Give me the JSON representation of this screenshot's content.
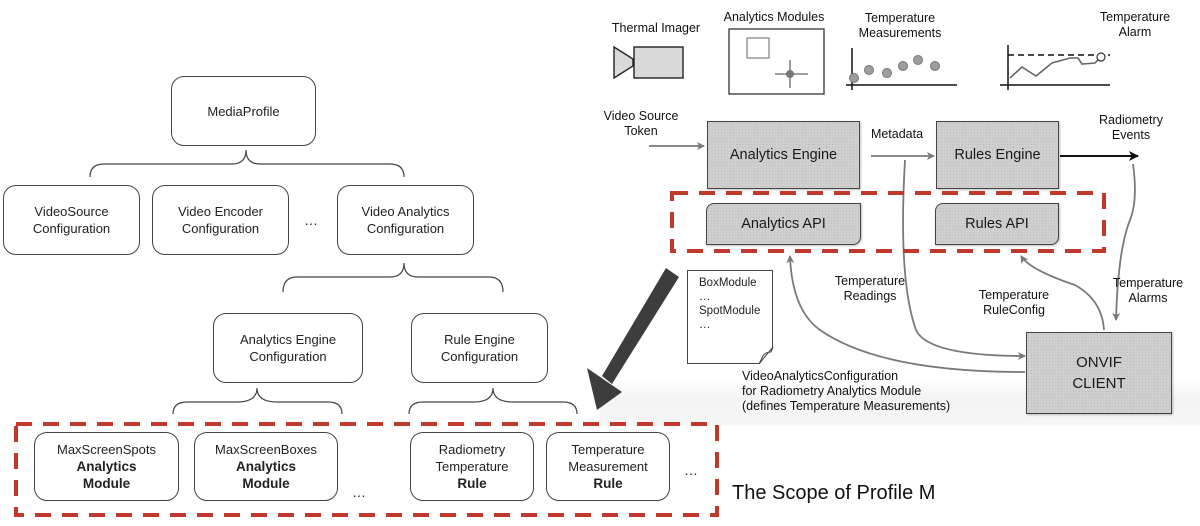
{
  "left_tree": {
    "root": {
      "label": "MediaProfile"
    },
    "level1": [
      {
        "line1": "VideoSource",
        "line2": "Configuration"
      },
      {
        "line1": "Video Encoder",
        "line2": "Configuration"
      },
      {
        "line1": "Video Analytics",
        "line2": "Configuration"
      }
    ],
    "level1_ellipsis": "…",
    "level2": [
      {
        "line1": "Analytics Engine",
        "line2": "Configuration"
      },
      {
        "line1": "Rule Engine",
        "line2": "Configuration"
      }
    ],
    "level3": [
      {
        "line1": "MaxScreenSpots",
        "bold1": "Analytics",
        "bold2": "Module"
      },
      {
        "line1": "MaxScreenBoxes",
        "bold1": "Analytics",
        "bold2": "Module"
      },
      {
        "line1": "Radiometry",
        "line2": "Temperature",
        "bold1": "Rule"
      },
      {
        "line1": "Temperature",
        "line2": "Measurement",
        "bold1": "Rule"
      }
    ],
    "level3_ellipsis_mid": "…",
    "level3_ellipsis_end": "…"
  },
  "scope": {
    "title": "The Scope of Profile M",
    "border_color": "#c0392b"
  },
  "right_flow": {
    "icons": [
      {
        "name": "thermal-imager",
        "label": "Thermal Imager"
      },
      {
        "name": "analytics-modules",
        "label": "Analytics Modules"
      },
      {
        "name": "temperature-measurements",
        "line1": "Temperature",
        "line2": "Measurements"
      },
      {
        "name": "temperature-alarm",
        "line1": "Temperature",
        "line2": "Alarm"
      }
    ],
    "input_label": {
      "line1": "Video Source",
      "line2": "Token"
    },
    "analytics_engine": "Analytics Engine",
    "metadata_label": "Metadata",
    "rules_engine": "Rules Engine",
    "output_label": {
      "line1": "Radiometry",
      "line2": "Events"
    },
    "analytics_api": "Analytics API",
    "rules_api": "Rules API",
    "document": [
      "BoxModule",
      "…",
      "SpotModule",
      "…"
    ],
    "temperature_readings": {
      "line1": "Temperature",
      "line2": "Readings"
    },
    "temperature_ruleconfig": {
      "line1": "Temperature",
      "line2": "RuleConfig"
    },
    "temperature_alarms": {
      "line1": "Temperature",
      "line2": "Alarms"
    },
    "onvif_client": {
      "line1": "ONVIF",
      "line2": "CLIENT"
    },
    "config_note": [
      "VideoAnalyticsConfiguration",
      "for Radiometry Analytics Module",
      "(defines Temperature Measurements)"
    ]
  }
}
